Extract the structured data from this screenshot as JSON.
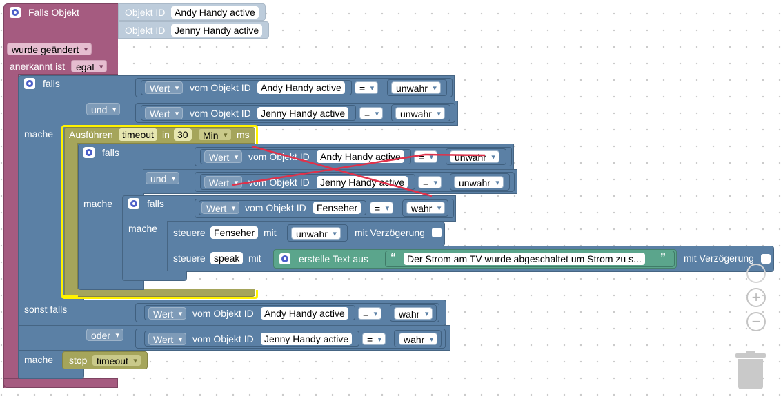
{
  "trigger": {
    "title": "Falls Objekt",
    "object_label": "Objekt ID",
    "objects": [
      "Andy Handy active",
      "Jenny Handy active"
    ],
    "changed": "wurde geändert",
    "ack_label": "anerkannt ist",
    "ack_value": "egal"
  },
  "if_block": {
    "falls": "falls",
    "und": "und",
    "mache": "mache",
    "sonst_falls": "sonst falls",
    "oder": "oder"
  },
  "cond": {
    "wert": "Wert",
    "vom": "vom Objekt ID",
    "eq": "=",
    "andy": "Andy Handy active",
    "jenny": "Jenny Handy active",
    "fenseher": "Fenseher",
    "unwahr": "unwahr",
    "wahr": "wahr"
  },
  "timeout": {
    "label": "Ausführen",
    "name": "timeout",
    "in": "in",
    "value": "30",
    "unit": "Min",
    "ms": "ms"
  },
  "control": {
    "steuere": "steuere",
    "mit": "mit",
    "fenseher": "Fenseher",
    "unwahr": "unwahr",
    "delay": "mit Verzögerung",
    "speak": "speak",
    "text_block": "erstelle Text aus",
    "text": "Der Strom am TV wurde abgeschaltet um Strom zu s..."
  },
  "stop": {
    "label": "stop",
    "name": "timeout"
  },
  "zoom": {
    "plus": "+",
    "minus": "−"
  },
  "colors": {
    "event": "#a55b80",
    "logic": "#5b80a5",
    "timeout": "#a5a55b",
    "text": "#5ba58c",
    "highlight": "#fff200",
    "strike": "#e0314a"
  }
}
